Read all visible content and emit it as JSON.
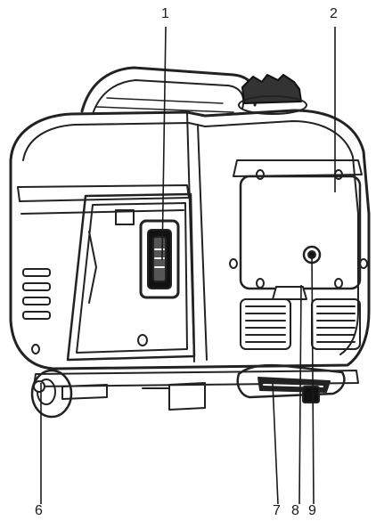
{
  "callouts": {
    "c1": "1",
    "c2": "2",
    "c6": "6",
    "c7": "7",
    "c8": "8",
    "c9": "9"
  },
  "colors": {
    "line": "#1a1a1a",
    "outline": "#222222",
    "fill_light": "#ffffff",
    "fill_dark": "#111111"
  }
}
